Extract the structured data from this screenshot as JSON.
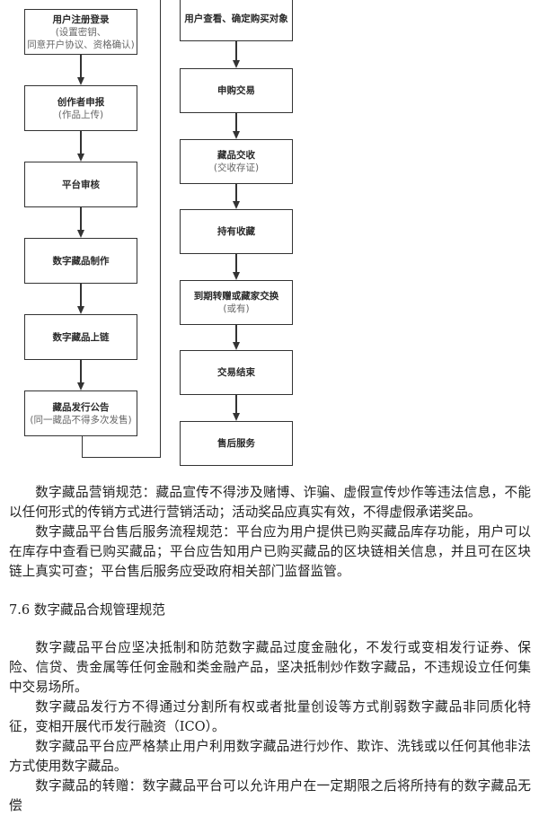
{
  "flowchart": {
    "left": [
      {
        "title": "用户注册登录",
        "sub": [
          "(设置密钥、",
          "同意开户协议、资格确认)"
        ]
      },
      {
        "title": "创作者申报",
        "sub": [
          "(作品上传)"
        ]
      },
      {
        "title": "平台审核",
        "sub": []
      },
      {
        "title": "数字藏品制作",
        "sub": []
      },
      {
        "title": "数字藏品上链",
        "sub": []
      },
      {
        "title": "藏品发行公告",
        "sub": [
          "(同一藏品不得多次发售)"
        ]
      }
    ],
    "right": [
      {
        "title": "用户查看、确定购买对象",
        "sub": []
      },
      {
        "title": "申购交易",
        "sub": []
      },
      {
        "title": "藏品交收",
        "sub": [
          "(交收存证)"
        ]
      },
      {
        "title": "持有收藏",
        "sub": []
      },
      {
        "title": "到期转赠或藏家交换",
        "sub": [
          "(或有)"
        ]
      },
      {
        "title": "交易结束",
        "sub": []
      },
      {
        "title": "售后服务",
        "sub": []
      }
    ]
  },
  "document": {
    "p1": "数字藏品营销规范：藏品宣传不得涉及赌博、诈骗、虚假宣传炒作等违法信息，不能以任何形式的传销方式进行营销活动；活动奖品应真实有效，不得虚假承诺奖品。",
    "p2": "数字藏品平台售后服务流程规范：平台应为用户提供已购买藏品库存功能，用户可以在库存中查看已购买藏品；平台应告知用户已购买藏品的区块链相关信息，并且可在区块链上真实可查；平台售后服务应受政府相关部门监督监管。",
    "heading": "7.6 数字藏品合规管理规范",
    "p3": "数字藏品平台应坚决抵制和防范数字藏品过度金融化，不发行或变相发行证券、保险、信贷、贵金属等任何金融和类金融产品，坚决抵制炒作数字藏品，不违规设立任何集中交易场所。",
    "p4": "数字藏品发行方不得通过分割所有权或者批量创设等方式削弱数字藏品非同质化特征，变相开展代币发行融资（ICO）。",
    "p5": "数字藏品平台应严格禁止用户利用数字藏品进行炒作、欺诈、洗钱或以任何其他非法方式使用数字藏品。",
    "p6": "数字藏品的转赠：数字藏品平台可以允许用户在一定期限之后将所持有的数字藏品无偿"
  }
}
